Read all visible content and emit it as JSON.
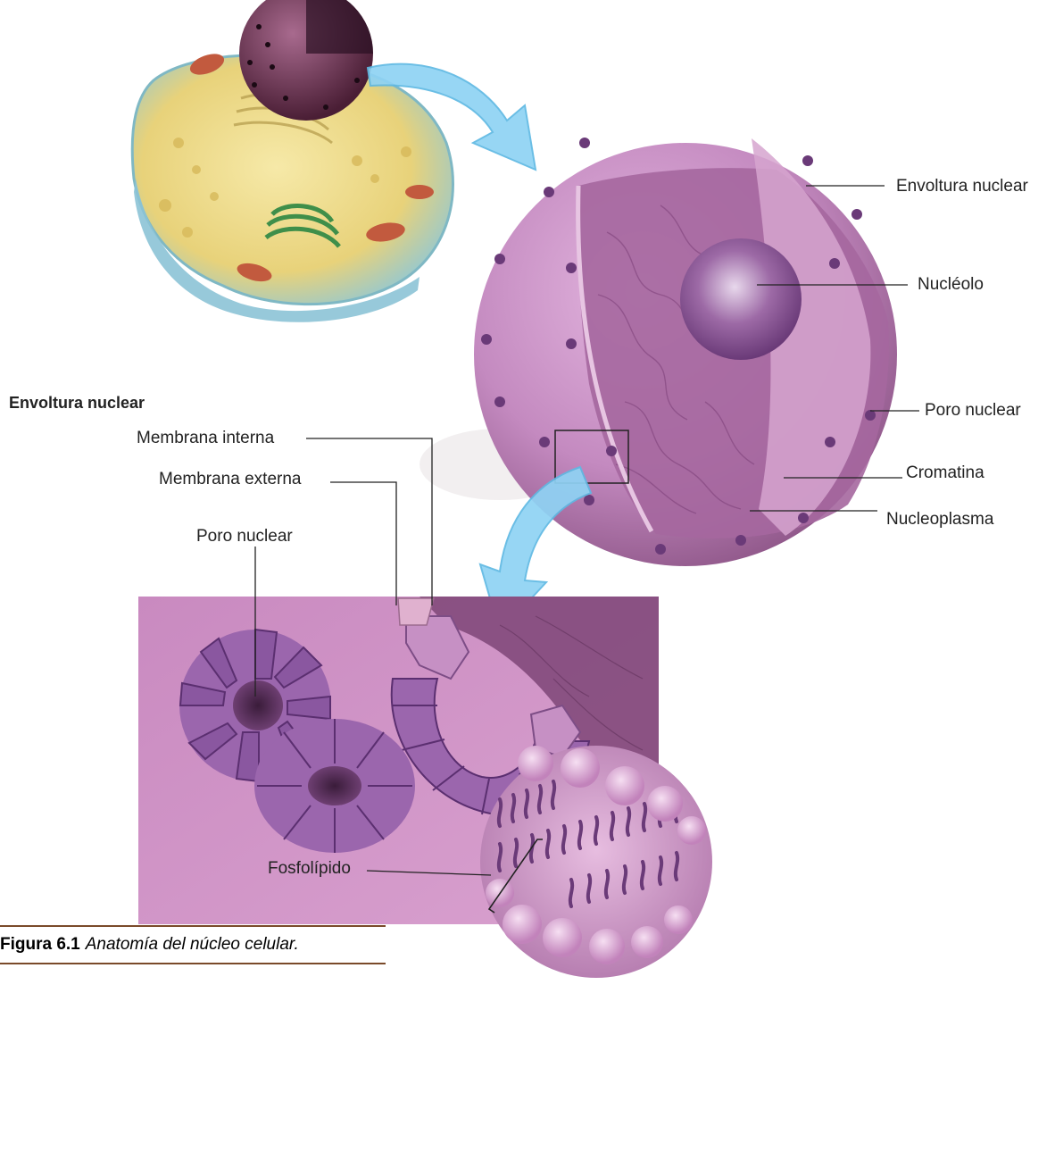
{
  "labels": {
    "envoltura_nuclear_right": "Envoltura nuclear",
    "nucleolo": "Nucléolo",
    "poro_nuclear_right": "Poro nuclear",
    "cromatina": "Cromatina",
    "nucleoplasma": "Nucleoplasma",
    "section_heading": "Envoltura nuclear",
    "membrana_interna": "Membrana interna",
    "membrana_externa": "Membrana externa",
    "poro_nuclear_left": "Poro nuclear",
    "fosfolipido": "Fosfolípido"
  },
  "caption": {
    "number": "Figura 6.1",
    "text": "Anatomía del núcleo celular."
  },
  "colors": {
    "nucleus": "#b97bb5",
    "nucleus_cut": "#9c5c95",
    "pore": "#6a3a78",
    "arrow": "#8fd3f4",
    "caption_rule": "#7a4a2a",
    "leader": "#222222"
  }
}
